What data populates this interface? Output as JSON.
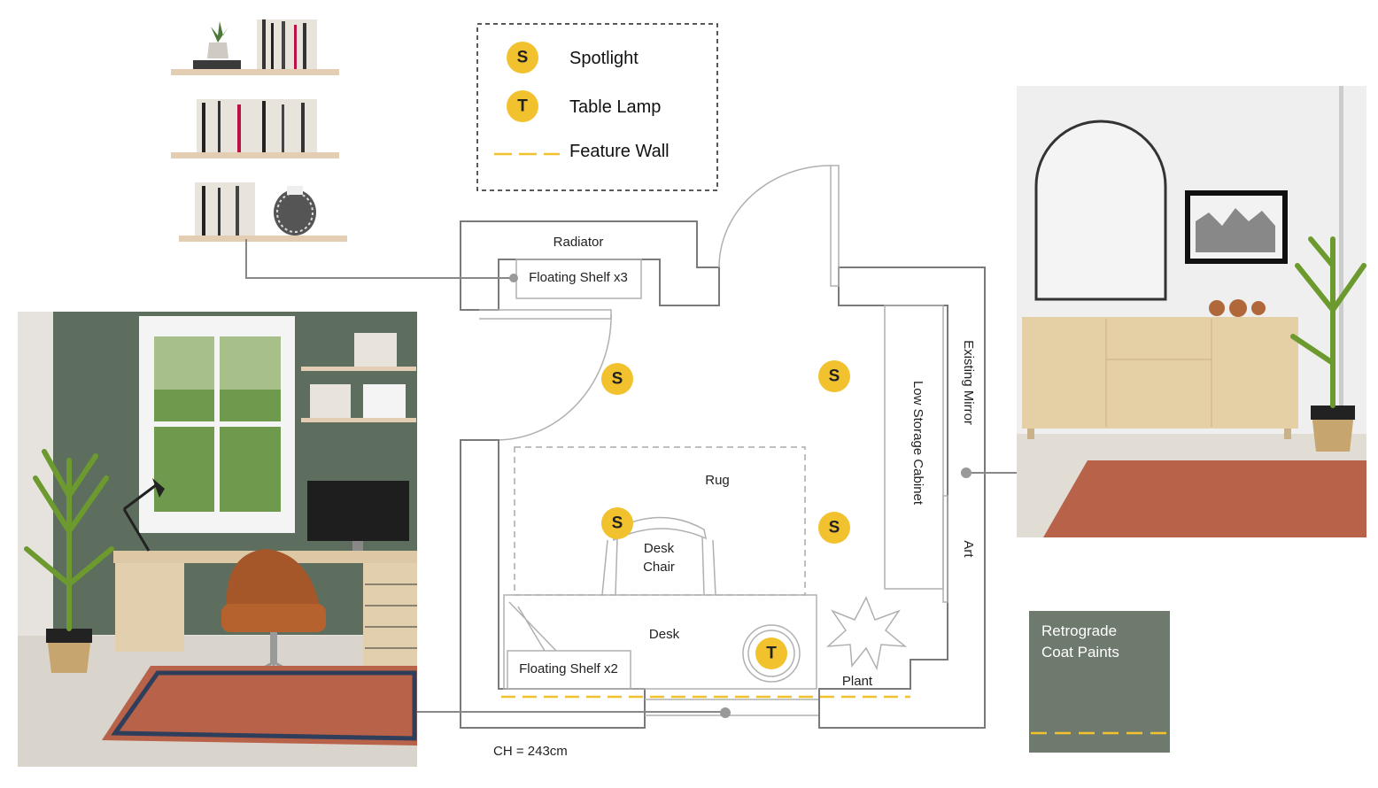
{
  "legend": {
    "items": [
      {
        "symbol": "S",
        "label": "Spotlight"
      },
      {
        "symbol": "T",
        "label": "Table Lamp"
      },
      {
        "symbol": "dash",
        "label": "Feature Wall"
      }
    ]
  },
  "plan": {
    "labels": {
      "radiator": "Radiator",
      "floating_shelf_3": "Floating Shelf x3",
      "floating_shelf_2": "Floating Shelf x2",
      "rug": "Rug",
      "desk_chair_1": "Desk",
      "desk_chair_2": "Chair",
      "desk": "Desk",
      "plant": "Plant",
      "low_storage_cabinet": "Low Storage Cabinet",
      "existing_mirror": "Existing Mirror",
      "art": "Art",
      "ceiling_height": "CH = 243cm"
    },
    "spotlight_symbol": "S",
    "lamp_symbol": "T"
  },
  "swatch": {
    "line1": "Retrograde",
    "line2": "Coat Paints",
    "color": "#6E7A6D"
  },
  "colors": {
    "accent_yellow": "#F2C12E",
    "wall_gray": "#7a7a7a",
    "feature_wall_green": "#5E6E5E"
  }
}
